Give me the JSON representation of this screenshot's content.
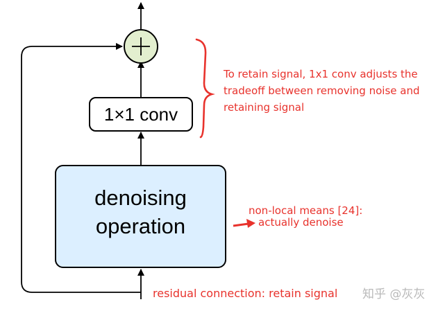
{
  "conv_block": {
    "label": "1×1 conv"
  },
  "denoise_block": {
    "line1": "denoising",
    "line2": "operation"
  },
  "sum_node": {
    "symbol": "+"
  },
  "annotations": {
    "retain_note": "To retain signal, 1x1 conv adjusts the tradeoff between removing noise and retaining signal",
    "nonlocal_line1": "non-local means [24]:",
    "nonlocal_line2": "actually denoise",
    "residual_note": "residual connection: retain signal"
  },
  "watermark": "知乎 @灰灰",
  "colors": {
    "denoise_fill": "#dcefff",
    "sum_fill": "#e3efcf",
    "annotation_red": "#e8322c",
    "stroke": "#000000"
  }
}
